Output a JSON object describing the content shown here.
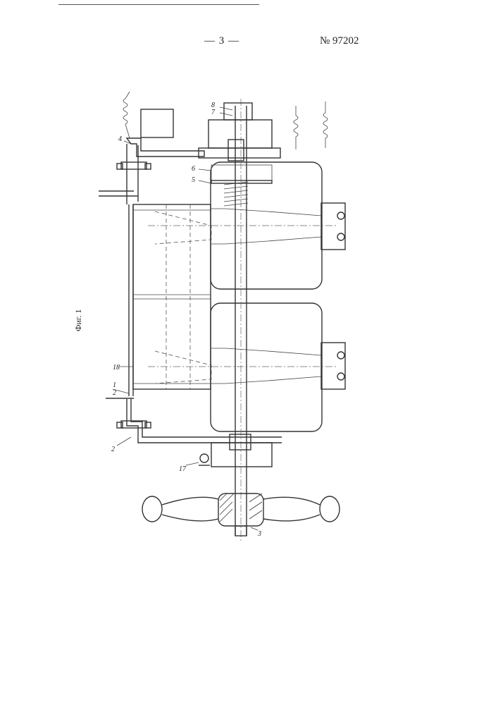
{
  "header": {
    "page_number": "— 3 —",
    "patent_number": "№ 97202"
  },
  "figure": {
    "caption": "Фиг. 1",
    "callouts": [
      "8",
      "7",
      "6",
      "5",
      "4",
      "2",
      "1",
      "18",
      "2",
      "17",
      "3"
    ]
  }
}
